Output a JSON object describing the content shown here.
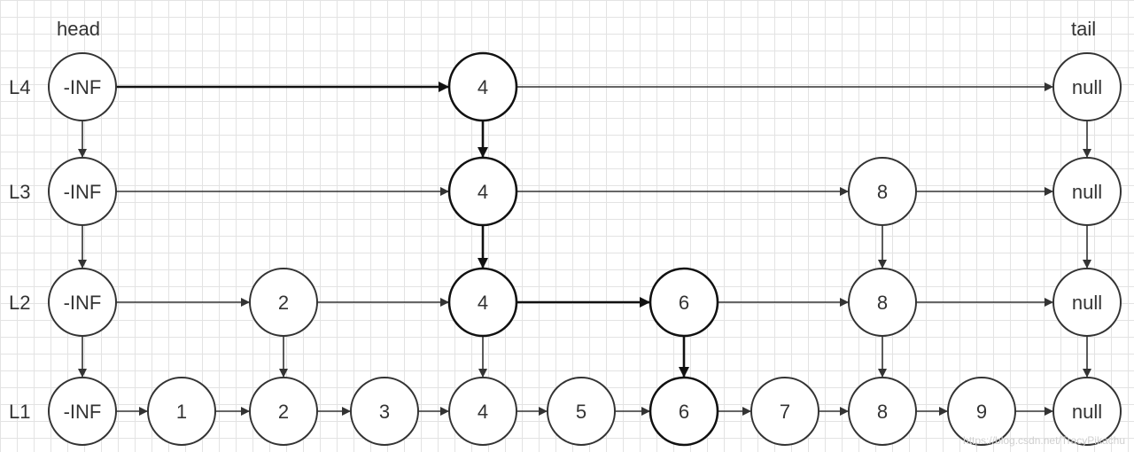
{
  "labels": {
    "head": "head",
    "tail": "tail",
    "levels": [
      "L4",
      "L3",
      "L2",
      "L1"
    ],
    "watermark": "https://blog.csdn.net/TracyPikachu"
  },
  "skip_list": {
    "columns": [
      "-INF",
      "1",
      "2",
      "3",
      "4",
      "5",
      "6",
      "7",
      "8",
      "9",
      "null"
    ],
    "levels": [
      {
        "name": "L4",
        "nodes": [
          "-INF",
          "4",
          "null"
        ]
      },
      {
        "name": "L3",
        "nodes": [
          "-INF",
          "4",
          "8",
          "null"
        ]
      },
      {
        "name": "L2",
        "nodes": [
          "-INF",
          "2",
          "4",
          "6",
          "8",
          "null"
        ]
      },
      {
        "name": "L1",
        "nodes": [
          "-INF",
          "1",
          "2",
          "3",
          "4",
          "5",
          "6",
          "7",
          "8",
          "9",
          "null"
        ]
      }
    ],
    "highlighted_path": [
      [
        "L4",
        "-INF"
      ],
      [
        "L4",
        "4"
      ],
      [
        "L3",
        "4"
      ],
      [
        "L2",
        "4"
      ],
      [
        "L2",
        "6"
      ],
      [
        "L1",
        "6"
      ]
    ]
  },
  "colors": {
    "node_stroke": "#333333",
    "highlight_stroke": "#111111",
    "grid": "#e3e3e3",
    "text": "#333333"
  }
}
